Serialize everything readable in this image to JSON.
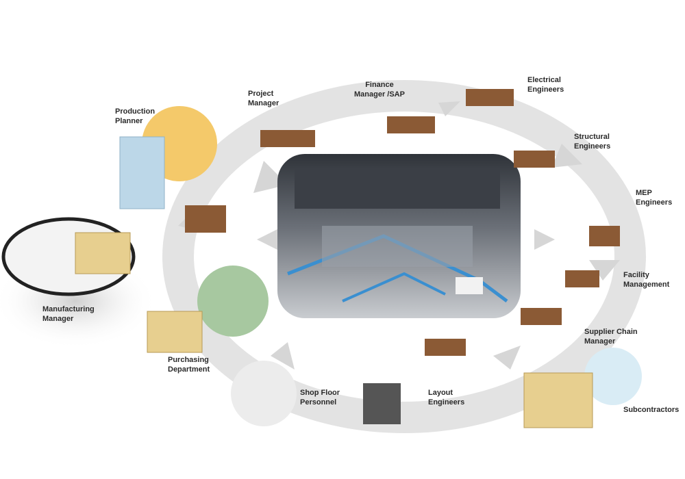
{
  "roles": {
    "production_planner": "Production\nPlanner",
    "project_manager": "Project\nManager",
    "finance_manager": "Finance\nManager /SAP",
    "electrical_engineers": "Electrical\nEngineers",
    "structural_engineers": "Structural\nEngineers",
    "mep_engineers": "MEP\nEngineers",
    "facility_management": "Facility\nManagement",
    "supplier_chain_manager": "Supplier Chain\nManager",
    "subcontractors": "Subcontractors",
    "layout_engineers": "Layout\nEngineers",
    "shop_floor_personnel": "Shop Floor\nPersonnel",
    "purchasing_department": "Purchasing\nDepartment",
    "manufacturing_manager": "Manufacturing\nManager"
  },
  "colors": {
    "ring": "#e3e3e3",
    "factory": "#4a4f57",
    "pipes": "#3a8fd0",
    "highlight_ring": "#222222"
  }
}
